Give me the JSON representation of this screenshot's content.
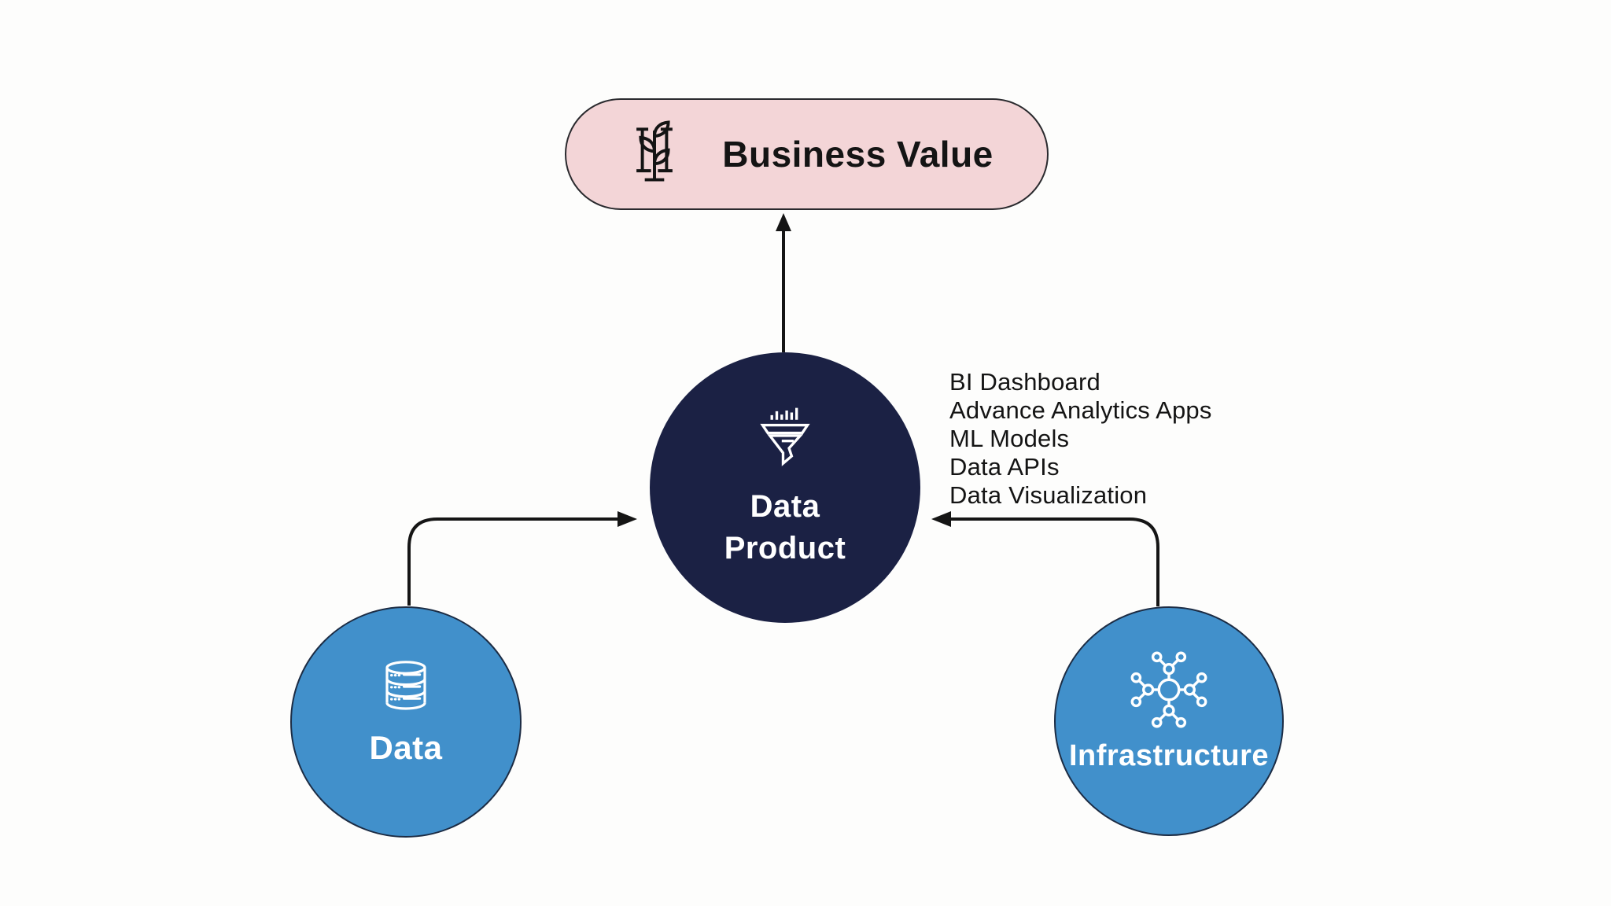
{
  "title": "Data Product value diagram",
  "colors": {
    "bg": "#fdfdfc",
    "pill-fill": "#f3d5d7",
    "pill-border": "#2a2a2e",
    "navy": "#1b2144",
    "blue": "#4190cb",
    "circle-border": "#1c2c44",
    "ink": "#141414",
    "white": "#ffffff",
    "arrow": "#151515"
  },
  "nodes": {
    "business_value": {
      "label": "Business Value",
      "icon": "plant-growth-icon"
    },
    "data_product": {
      "label": "Data Product",
      "icon": "funnel-analytics-icon"
    },
    "data": {
      "label": "Data",
      "icon": "database-icon"
    },
    "infrastructure": {
      "label": "Infrastructure",
      "icon": "network-nodes-icon"
    }
  },
  "annotations": {
    "data_product_outputs": [
      "BI Dashboard",
      "Advance Analytics Apps",
      "ML Models",
      "Data APIs",
      "Data Visualization"
    ]
  },
  "edges": [
    {
      "from": "data",
      "to": "data_product",
      "style": "elbow-up-right"
    },
    {
      "from": "infrastructure",
      "to": "data_product",
      "style": "elbow-up-left"
    },
    {
      "from": "data_product",
      "to": "business_value",
      "style": "straight-up"
    }
  ]
}
